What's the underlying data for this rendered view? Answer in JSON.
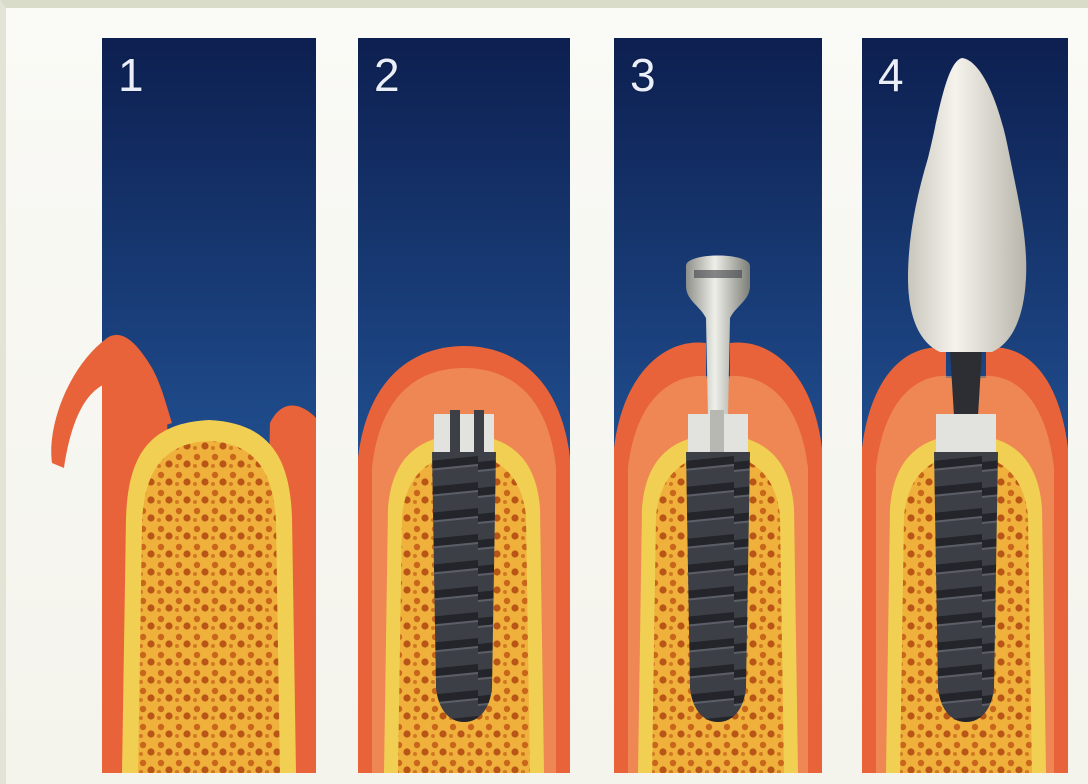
{
  "panels": [
    {
      "label": "1"
    },
    {
      "label": "2"
    },
    {
      "label": "3"
    },
    {
      "label": "4"
    }
  ],
  "colors": {
    "background_dark": "#0d1f50",
    "background_light": "#2c66a3",
    "gum_outer": "#e8633a",
    "gum_inner": "#f2a56a",
    "bone_rim": "#f1cf52",
    "bone_fill": "#e89a2a",
    "implant": "#3c3f46",
    "abutment": "#d9d9d4",
    "crown": "#eeeae0"
  }
}
